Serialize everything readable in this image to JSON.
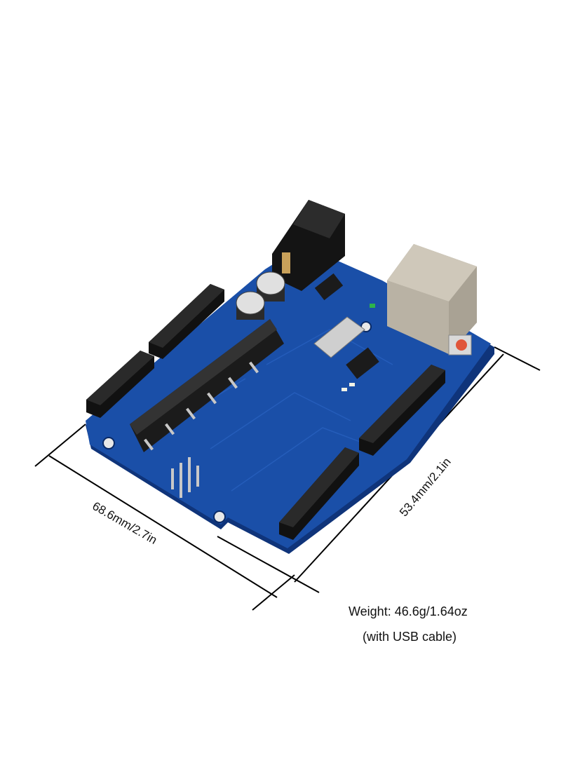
{
  "image": {
    "subject": "Arduino-compatible microcontroller board, blue PCB, isometric product photo",
    "colors": {
      "pcb": "#1a4fa8",
      "pcb_edge": "#0f347a",
      "header": "#151515",
      "usb": "#b9b2a4",
      "background": "#ffffff"
    }
  },
  "dimensions": {
    "width_label": "68.6mm/2.7in",
    "height_label": "53.4mm/2.1in"
  },
  "specs": {
    "weight_label": "Weight: 46.6g/1.64oz",
    "weight_note": "(with USB cable)"
  }
}
